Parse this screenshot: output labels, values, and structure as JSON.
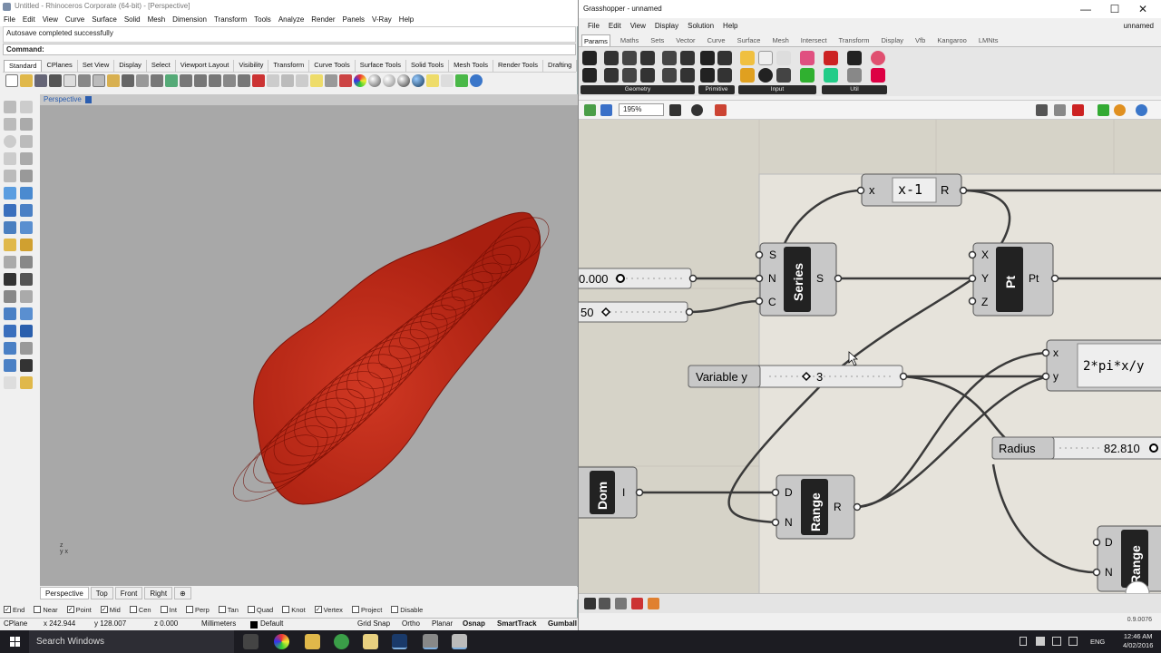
{
  "rhino": {
    "title": "Untitled - Rhinoceros Corporate (64-bit) - [Perspective]",
    "menu": [
      "File",
      "Edit",
      "View",
      "Curve",
      "Surface",
      "Solid",
      "Mesh",
      "Dimension",
      "Transform",
      "Tools",
      "Analyze",
      "Render",
      "Panels",
      "V-Ray",
      "Help"
    ],
    "history": "Autosave completed successfully",
    "command_label": "Command:",
    "toolbar_tabs": [
      "Standard",
      "CPlanes",
      "Set View",
      "Display",
      "Select",
      "Viewport Layout",
      "Visibility",
      "Transform",
      "Curve Tools",
      "Surface Tools",
      "Solid Tools",
      "Mesh Tools",
      "Render Tools",
      "Drafting"
    ],
    "viewport_label": "Perspective",
    "viewport_axis": "z\ny x",
    "viewport_tabs": [
      "Perspective",
      "Top",
      "Front",
      "Right",
      "⊕"
    ],
    "osnaps": [
      {
        "label": "End",
        "checked": true
      },
      {
        "label": "Near",
        "checked": false
      },
      {
        "label": "Point",
        "checked": true
      },
      {
        "label": "Mid",
        "checked": true
      },
      {
        "label": "Cen",
        "checked": false
      },
      {
        "label": "Int",
        "checked": false
      },
      {
        "label": "Perp",
        "checked": false
      },
      {
        "label": "Tan",
        "checked": false
      },
      {
        "label": "Quad",
        "checked": false
      },
      {
        "label": "Knot",
        "checked": false
      },
      {
        "label": "Vertex",
        "checked": true
      },
      {
        "label": "Project",
        "checked": false
      },
      {
        "label": "Disable",
        "checked": false
      }
    ],
    "status": {
      "cplane": "CPlane",
      "x": "x 242.944",
      "y": "y 128.007",
      "z": "z 0.000",
      "units": "Millimeters",
      "layer": "Default",
      "grid_snap": "Grid Snap",
      "ortho": "Ortho",
      "planar": "Planar",
      "osnap": "Osnap",
      "smarttrack": "SmartTrack",
      "gumball": "Gumball"
    },
    "shape_color": "#c0200e"
  },
  "gh": {
    "title": "Grasshopper - unnamed",
    "controls": [
      "—",
      "☐",
      "✕"
    ],
    "menu": [
      "File",
      "Edit",
      "View",
      "Display",
      "Solution",
      "Help"
    ],
    "doc_name": "unnamed",
    "tabs": [
      "Params",
      "Maths",
      "Sets",
      "Vector",
      "Curve",
      "Surface",
      "Mesh",
      "Intersect",
      "Transform",
      "Display",
      "Vfb",
      "Kangaroo",
      "LMNts"
    ],
    "ribbon_groups": [
      "Geometry",
      "Primitive",
      "Input",
      "Util"
    ],
    "zoom": "195%",
    "version": "0.9.0076",
    "nodes": {
      "expr1": {
        "in": "x",
        "expr": "x-1",
        "out": "R"
      },
      "series": {
        "title": "Series",
        "inputs": [
          "S",
          "N",
          "C"
        ],
        "out": "S"
      },
      "pt": {
        "title": "Pt",
        "inputs": [
          "X",
          "Y",
          "Z"
        ],
        "out": "Pt"
      },
      "slider1": {
        "value": "0.000"
      },
      "slider2": {
        "value": "50"
      },
      "variable_y": {
        "label": "Variable y",
        "value": "3"
      },
      "expr2": {
        "inputs": [
          "x",
          "y"
        ],
        "expr": "2*pi*x/y"
      },
      "radius": {
        "label": "Radius",
        "value": "82.810"
      },
      "dom": {
        "title": "Dom",
        "out": "I"
      },
      "range1": {
        "title": "Range",
        "inputs": [
          "D",
          "N"
        ],
        "out": "R"
      },
      "range2": {
        "title": "Range",
        "inputs": [
          "D",
          "N"
        ]
      }
    },
    "canvas_color": "#d6d3c8"
  },
  "taskbar": {
    "search": "Search Windows",
    "lang": "ENG",
    "time": "12:46 AM",
    "date": "4/02/2016"
  }
}
